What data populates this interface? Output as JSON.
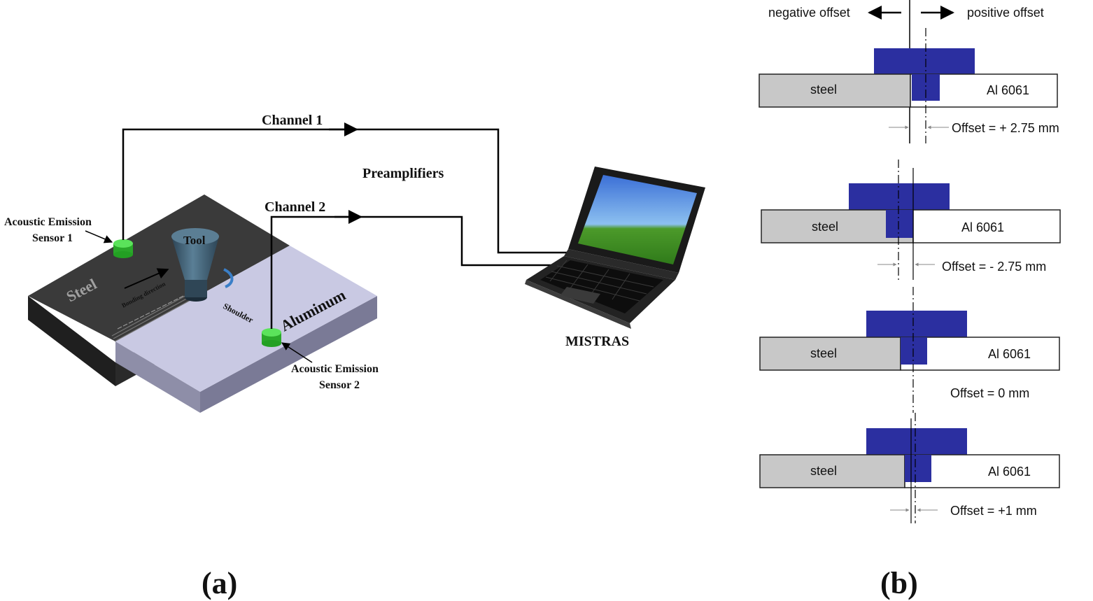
{
  "panel_a": {
    "channel_1": "Channel 1",
    "channel_2": "Channel 2",
    "preamplifiers": "Preamplifiers",
    "mistras": "MISTRAS",
    "sensor_1_line1": "Acoustic Emission",
    "sensor_1_line2": "Sensor 1",
    "sensor_2_line1": "Acoustic Emission",
    "sensor_2_line2": "Sensor 2",
    "tool": "Tool",
    "steel": "Steel",
    "aluminum": "Aluminum",
    "bonding_direction": "Bonding direction",
    "shoulder": "Shoulder",
    "caption": "(a)"
  },
  "panel_b": {
    "negative_offset": "negative offset",
    "positive_offset": "positive offset",
    "steel": "steel",
    "aluminum": "Al 6061",
    "caption": "(b)",
    "rows": [
      {
        "offset_label": "Offset = + 2.75 mm",
        "offset_mm": 2.75
      },
      {
        "offset_label": "Offset = - 2.75 mm",
        "offset_mm": -2.75
      },
      {
        "offset_label": "Offset = 0 mm",
        "offset_mm": 0
      },
      {
        "offset_label": "Offset = +1 mm",
        "offset_mm": 1
      }
    ]
  },
  "colors": {
    "steel_plate": "#3a3a3a",
    "aluminum_plate": "#c9c9e3",
    "sensor": "#3cc83c",
    "tool": "#3e5d72",
    "pin": "#2b2fa0",
    "steel_box": "#c8c8c8"
  }
}
